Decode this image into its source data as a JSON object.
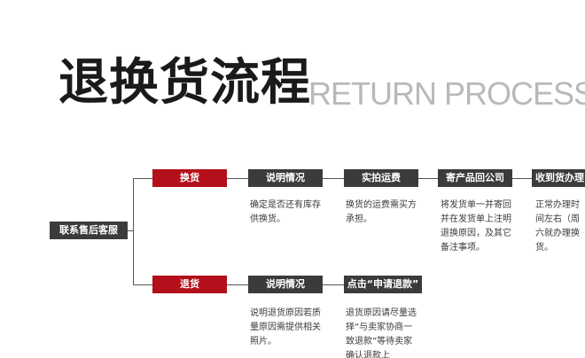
{
  "title": "退换货流程",
  "title_en": "RETURN PROCESS",
  "start": "联系售后客服",
  "branches": [
    {
      "label": "换货",
      "steps": [
        {
          "title": "说明情况",
          "desc": "确定是否还有库存供换货。"
        },
        {
          "title": "实拍运费",
          "desc": "换货的运费需买方承担。"
        },
        {
          "title": "寄产品回公司",
          "desc": "将发货单一并寄回并在发货单上注明退换原因，及其它备注事项。"
        },
        {
          "title": "收到货办理",
          "desc": "正常办理时间左右（周六就办理换货。"
        }
      ]
    },
    {
      "label": "退货",
      "steps": [
        {
          "title": "说明情况",
          "desc": "说明退货原因若质量原因需提供相关照片。"
        },
        {
          "title": "点击“申请退款”",
          "desc": "退货原因请尽量选择“与卖家协商一致退款”等待卖家确认退款上"
        }
      ]
    }
  ],
  "colors": {
    "accent": "#b3101b",
    "step": "#3b3b3b",
    "title": "#1a1a1a",
    "title_en": "#b9b9b9"
  }
}
